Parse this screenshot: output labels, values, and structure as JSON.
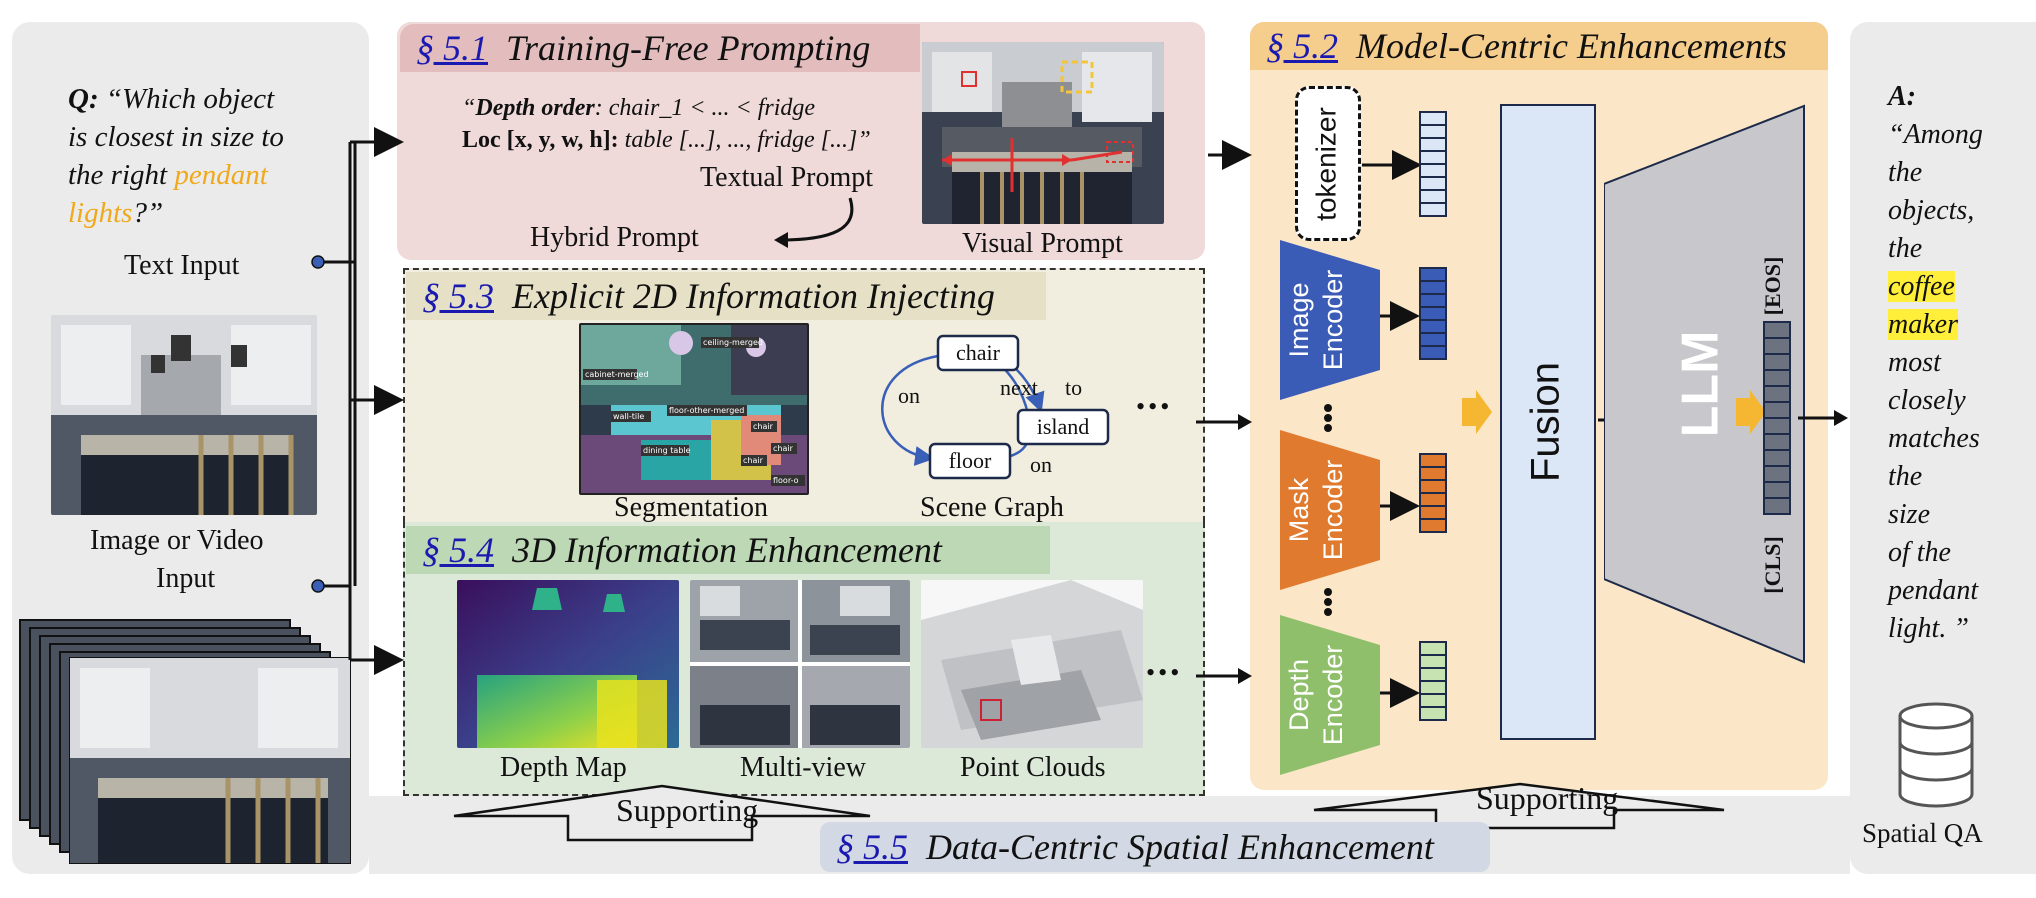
{
  "question": {
    "prefix": "Q:",
    "line1": "“Which object",
    "line2": "is closest in size to",
    "line3_pre": "the right",
    "line3_hl": "pendant",
    "line4_hl": "lights",
    "line4_post": "?”"
  },
  "inputs": {
    "text_input": "Text Input",
    "image_input_1": "Image or Video",
    "image_input_2": "Input"
  },
  "sections": {
    "s51": {
      "num": "§ 5.1",
      "title": "Training-Free Prompting"
    },
    "s52": {
      "num": "§ 5.2",
      "title": "Model-Centric Enhancements"
    },
    "s53": {
      "num": "§ 5.3",
      "title": "Explicit 2D Information Injecting"
    },
    "s54": {
      "num": "§ 5.4",
      "title": "3D Information Enhancement"
    },
    "s55": {
      "num": "§ 5.5",
      "title": "Data-Centric Spatial Enhancement"
    }
  },
  "prompting": {
    "depth_bold": "Depth order",
    "depth_rest": ": chair_1 < ... < fridge",
    "loc_bold": "Loc [x, y, w, h]:",
    "loc_rest": " table [...], ..., fridge [...]”",
    "open_quote": "“",
    "textual_prompt": "Textual Prompt",
    "hybrid_prompt": "Hybrid Prompt",
    "visual_prompt": "Visual Prompt"
  },
  "explicit2d": {
    "segmentation": "Segmentation",
    "scene_graph": "Scene Graph",
    "seg_tags": [
      "ceiling-merged",
      "cabinet-merged",
      "wall-tile",
      "floor-other-merged",
      "dining table",
      "chair",
      "chair",
      "chair",
      "floor-o"
    ],
    "graph": {
      "nodes": [
        "chair",
        "island",
        "floor"
      ],
      "edges": [
        "on",
        "next",
        "to",
        "on"
      ]
    },
    "ellipsis": "•••"
  },
  "info3d": {
    "depth_map": "Depth Map",
    "multi_view": "Multi-view",
    "point_clouds": "Point Clouds",
    "ellipsis": "•••"
  },
  "model": {
    "tokenizer": "tokenizer",
    "image_encoder": [
      "Image",
      "Encoder"
    ],
    "mask_encoder": [
      "Mask",
      "Encoder"
    ],
    "depth_encoder": [
      "Depth",
      "Encoder"
    ],
    "fusion": "Fusion",
    "llm": "LLM",
    "cls": "[CLS]",
    "eos": "[EOS]"
  },
  "supporting_left": "Supporting",
  "supporting_right": "Supporting",
  "answer": {
    "prefix": "A:",
    "lines": [
      "“Among",
      "the",
      "objects,",
      "the"
    ],
    "hl1": "coffee",
    "hl2": "maker",
    "lines2": [
      "most",
      "closely",
      "matches",
      "the",
      "size",
      "of the",
      "pendant",
      "light. ”"
    ]
  },
  "spatial_qa": "Spatial QA",
  "colors": {
    "prompt_bg": "#efd9d9",
    "model_bg": "#fbe7c7",
    "explicit_bg": "#f1eee0",
    "info3d_bg": "#dde9d8",
    "image_encoder": "#3b5cb6",
    "mask_encoder": "#e07a2e",
    "depth_encoder": "#8fbf6a",
    "fusion": "#dbe7f6",
    "llm": "#c8c8cc",
    "highlight": "#f5b731"
  }
}
